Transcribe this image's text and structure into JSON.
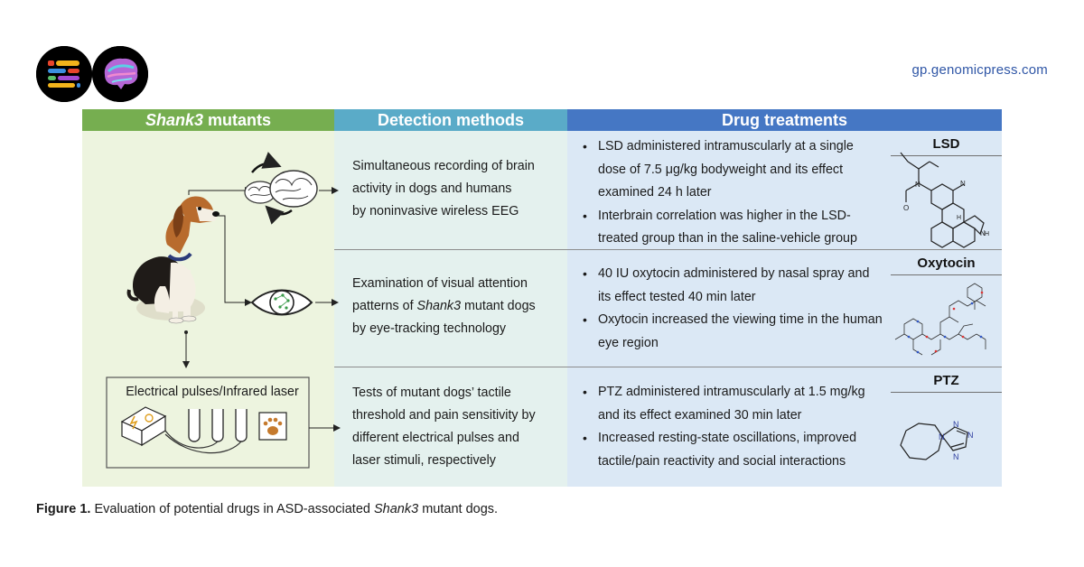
{
  "site_url": "gp.genomicpress.com",
  "headers": {
    "mutants_italic": "Shank3",
    "mutants_rest": " mutants",
    "detection": "Detection methods",
    "drugs": "Drug treatments"
  },
  "detection_methods": [
    {
      "line1": "Simultaneous recording of brain",
      "line2": "activity in dogs and humans",
      "line3": "by noninvasive wireless EEG"
    },
    {
      "line1": "Examination of visual attention",
      "line2_pre": "patterns of ",
      "line2_italic": "Shank3",
      "line2_post": " mutant dogs",
      "line3": "by eye-tracking technology"
    },
    {
      "line1": "Tests of mutant dogs’ tactile",
      "line2": "threshold and pain sensitivity by",
      "line3": "different electrical pulses and",
      "line4": "laser stimuli, respectively"
    }
  ],
  "drugs": [
    {
      "name": "LSD",
      "bullets": [
        "LSD administered intramuscularly at a single dose of 7.5 μg/kg bodyweight and its effect examined 24 h later",
        "Interbrain correlation was higher in the LSD-treated group than in the saline-vehicle group"
      ]
    },
    {
      "name": "Oxytocin",
      "bullets": [
        "40 IU oxytocin administered by nasal spray and its effect tested 40 min later",
        "Oxytocin increased the viewing time in the human eye region"
      ]
    },
    {
      "name": "PTZ",
      "bullets": [
        "PTZ administered intramuscularly at 1.5 mg/kg and its effect examined 30 min later",
        "Increased resting-state oscillations, improved tactile/pain reactivity and social interactions"
      ]
    }
  ],
  "electrical_box_label": "Electrical pulses/Infrared laser",
  "lsd_structure": {
    "n1": "N",
    "o1": "O",
    "n2": "N",
    "n3": "N",
    "h1": "H",
    "h2": "H"
  },
  "ptz_structure": {
    "n1": "N",
    "n2": "N",
    "n3": "N",
    "n4": "N"
  },
  "caption": {
    "label": "Figure 1.",
    "pre": " Evaluation of potential drugs in ASD-associated ",
    "italic": "Shank3",
    "post": " mutant dogs."
  },
  "colors": {
    "mutants_header": "#76ae50",
    "detection_header": "#5aabc8",
    "drugs_header": "#4577c4",
    "site_url": "#2f56a6"
  }
}
